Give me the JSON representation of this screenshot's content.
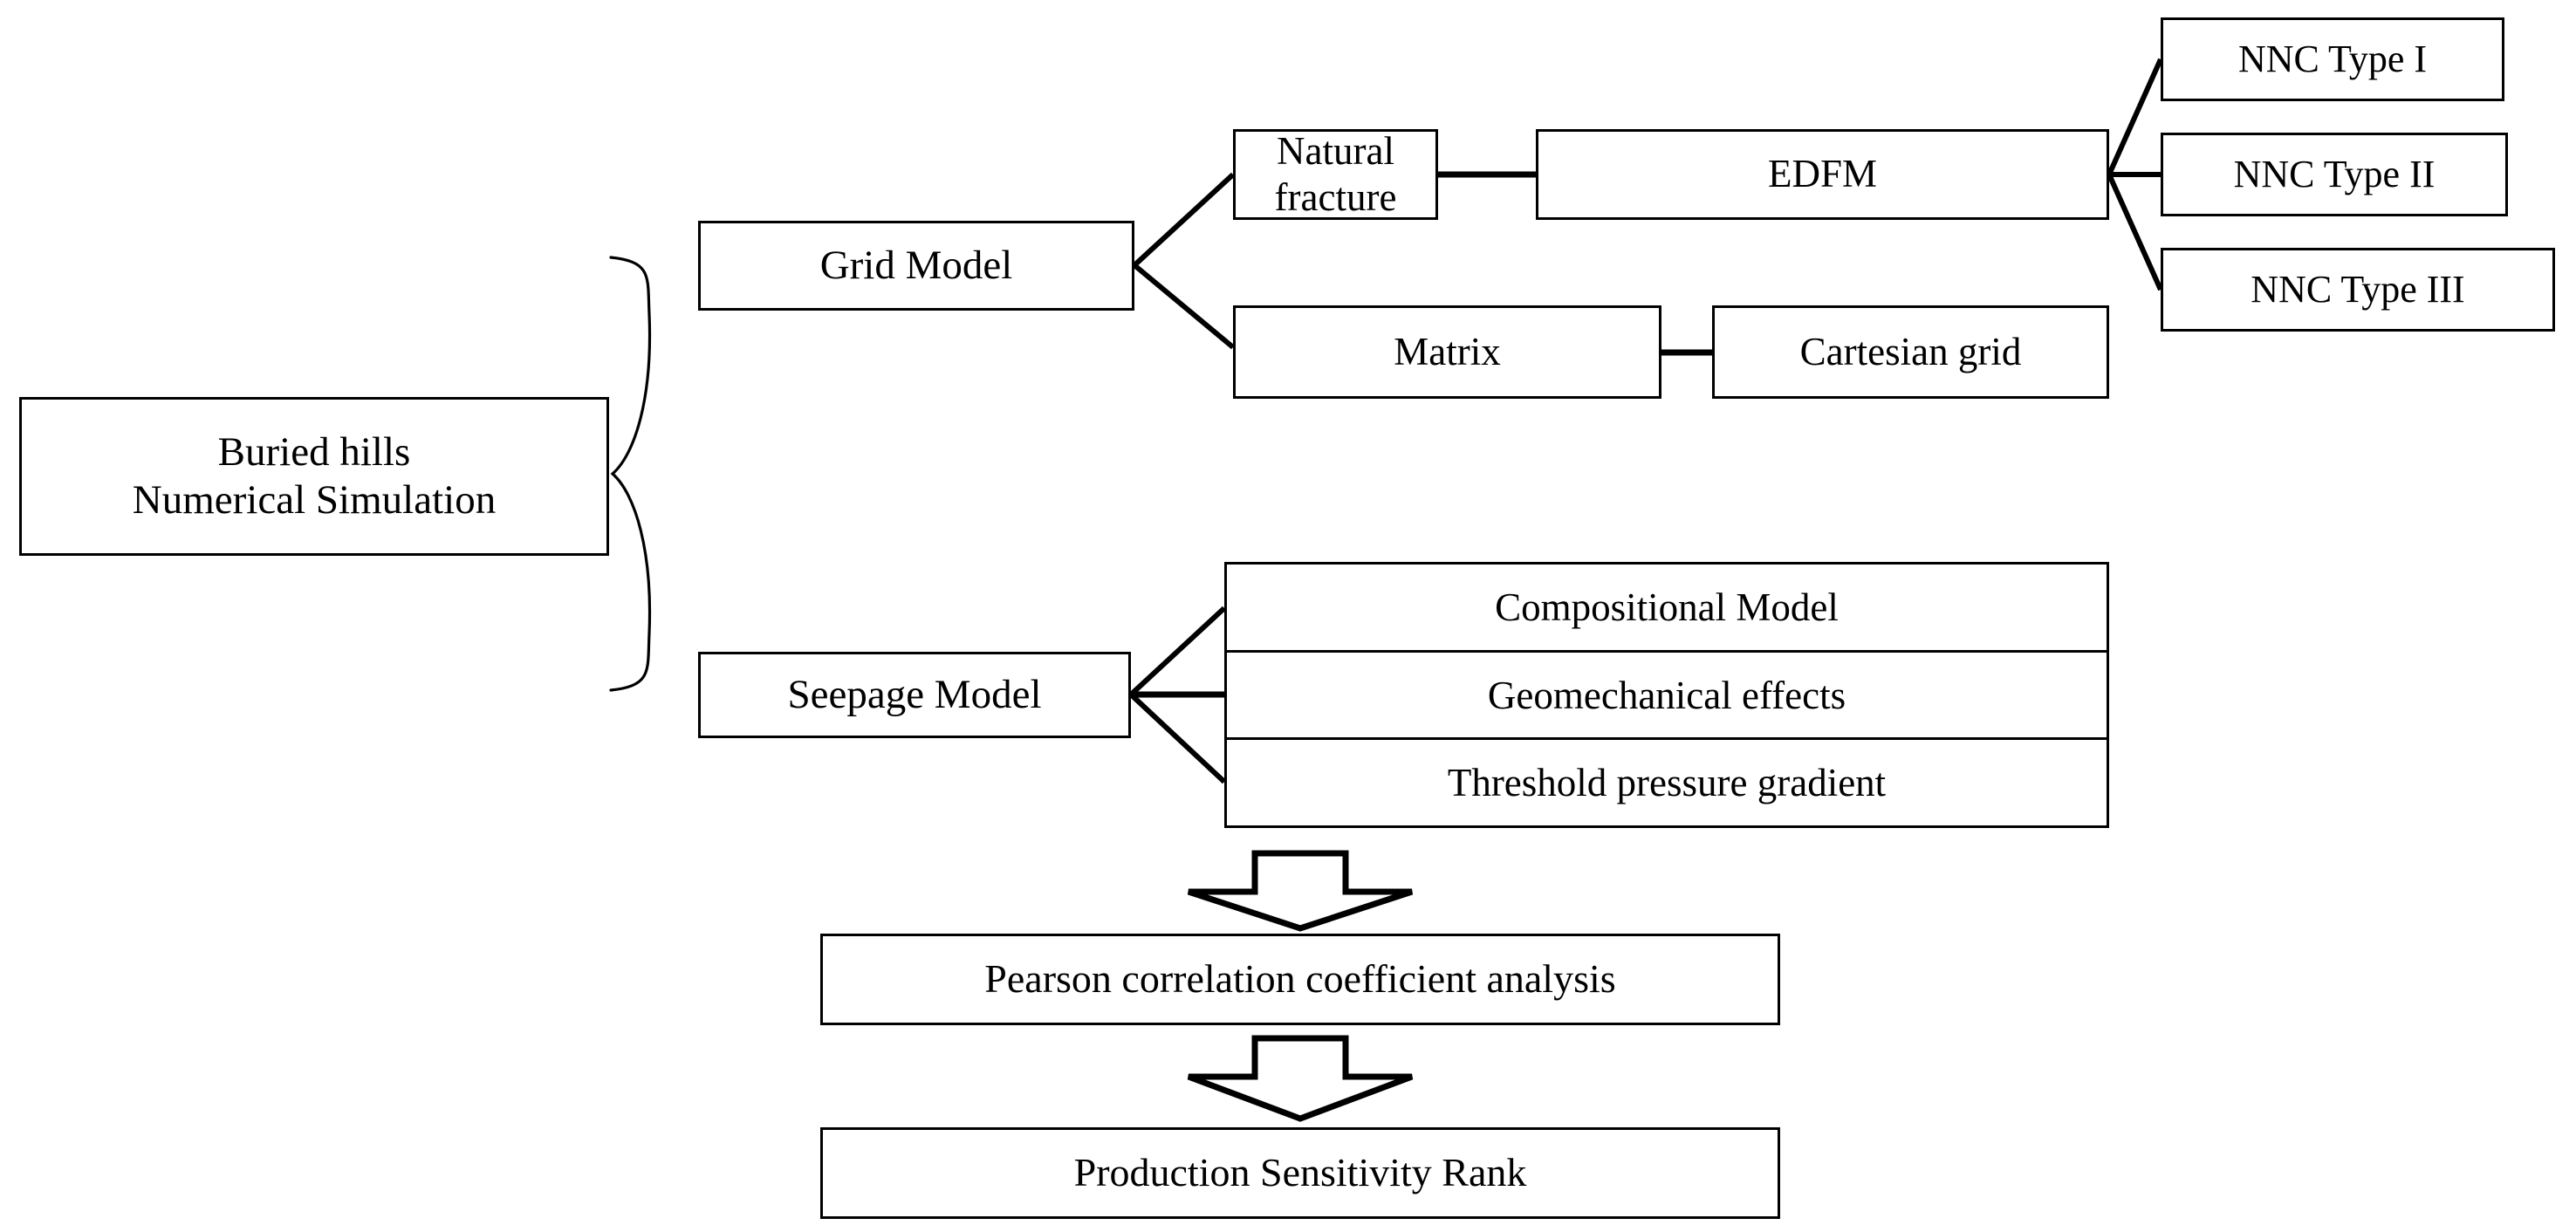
{
  "diagram": {
    "title_node": {
      "label": "Buried hills\nNumerical Simulation"
    },
    "branches": [
      {
        "label": "Grid Model"
      },
      {
        "label": "Seepage Model"
      }
    ],
    "grid_children": [
      {
        "label": "Natural fracture"
      },
      {
        "label": "Matrix"
      }
    ],
    "grid_methods": [
      {
        "label": "EDFM"
      },
      {
        "label": "Cartesian grid"
      }
    ],
    "nnc_types": [
      {
        "label": "NNC Type I"
      },
      {
        "label": "NNC Type II"
      },
      {
        "label": "NNC Type III"
      }
    ],
    "seepage_components": [
      {
        "label": "Compositional Model"
      },
      {
        "label": "Geomechanical effects"
      },
      {
        "label": "Threshold pressure gradient"
      }
    ],
    "process_steps": [
      {
        "label": "Pearson correlation coefficient analysis"
      },
      {
        "label": "Production Sensitivity Rank"
      }
    ],
    "colors": {
      "stroke": "#000000",
      "fill": "#ffffff",
      "text": "#000000"
    }
  }
}
